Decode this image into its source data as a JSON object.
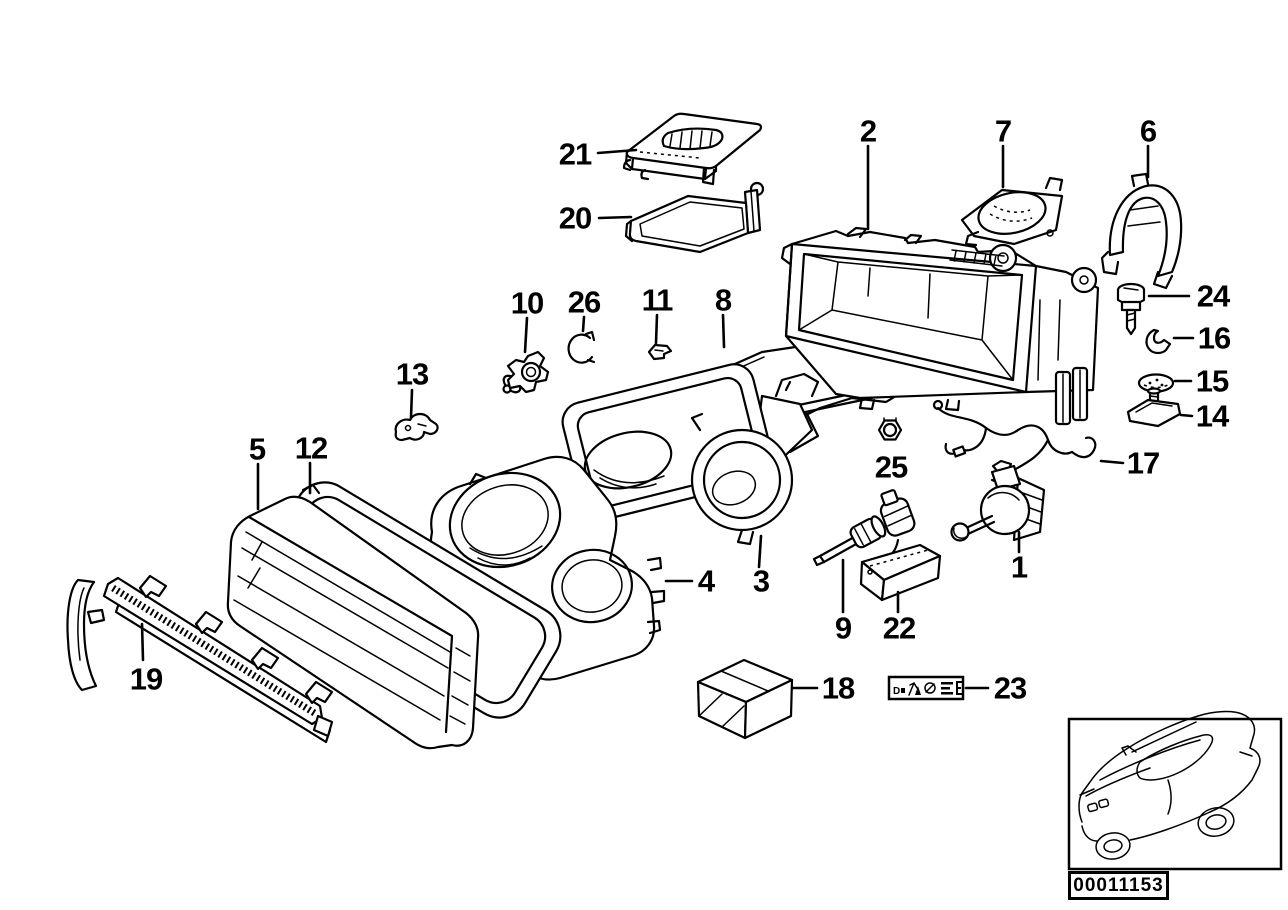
{
  "diagram": {
    "type": "exploded-parts-diagram",
    "line_color": "#000000",
    "background_color": "#ffffff",
    "callouts": [
      {
        "number": "1"
      },
      {
        "number": "2"
      },
      {
        "number": "3"
      },
      {
        "number": "4"
      },
      {
        "number": "5"
      },
      {
        "number": "6"
      },
      {
        "number": "7"
      },
      {
        "number": "8"
      },
      {
        "number": "9"
      },
      {
        "number": "10"
      },
      {
        "number": "11"
      },
      {
        "number": "12"
      },
      {
        "number": "13"
      },
      {
        "number": "14"
      },
      {
        "number": "15"
      },
      {
        "number": "16"
      },
      {
        "number": "17"
      },
      {
        "number": "18"
      },
      {
        "number": "19"
      },
      {
        "number": "20"
      },
      {
        "number": "21"
      },
      {
        "number": "22"
      },
      {
        "number": "23"
      },
      {
        "number": "24"
      },
      {
        "number": "25"
      },
      {
        "number": "26"
      }
    ],
    "spec_label_icons": [
      "d2-gas-discharge-symbol",
      "aiming-symbol",
      "prohibition-symbol",
      "lines-symbol",
      "e-mark-symbol"
    ],
    "footer": {
      "image_id": "00011153"
    }
  }
}
